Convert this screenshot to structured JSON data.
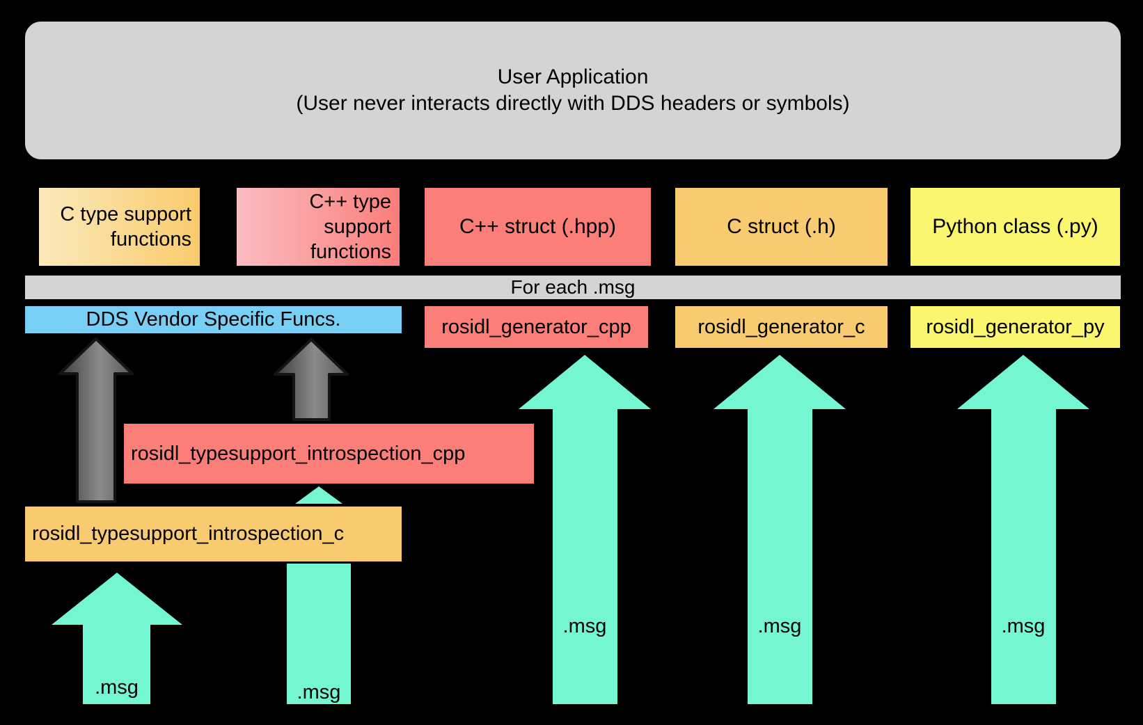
{
  "colors": {
    "gray": "#d4d4d4",
    "red": "#fb7e79",
    "orange": "#f9cb70",
    "yellow": "#faf76e",
    "blue": "#79cff3",
    "teal": "#75f6d3",
    "c_grad_left": "#fbe9ba",
    "c_grad_right": "#f9cb6d",
    "cpp_grad_left": "#fbbcc2",
    "cpp_grad_right": "#fb7e79",
    "arrow_gray_dark": "#3c3c3c",
    "arrow_gray_mid": "#8b8b8b",
    "arrow_gray_end": "#585858"
  },
  "user_application": {
    "line1": "User Application",
    "line2": "(User never interacts directly with DDS headers or symbols)"
  },
  "artifact_row": {
    "c_type_support": "C type support\nfunctions",
    "cpp_type_support": "C++ type\nsupport\nfunctions",
    "cpp_struct": "C++ struct (.hpp)",
    "c_struct": "C struct (.h)",
    "python_class": "Python class (.py)"
  },
  "for_each_msg": "For each .msg",
  "generator_row": {
    "dds_vendor": "DDS Vendor Specific Funcs.",
    "generator_cpp": "rosidl_generator_cpp",
    "generator_c": "rosidl_generator_c",
    "generator_py": "rosidl_generator_py"
  },
  "introspection": {
    "cpp": "rosidl_typesupport_introspection_cpp",
    "c": "rosidl_typesupport_introspection_c"
  },
  "msg_labels": {
    "left_arrow": ".msg",
    "introspection_cpp_arrow": ".msg",
    "generator_cpp_arrow": ".msg",
    "generator_c_arrow": ".msg",
    "generator_py_arrow": ".msg"
  }
}
